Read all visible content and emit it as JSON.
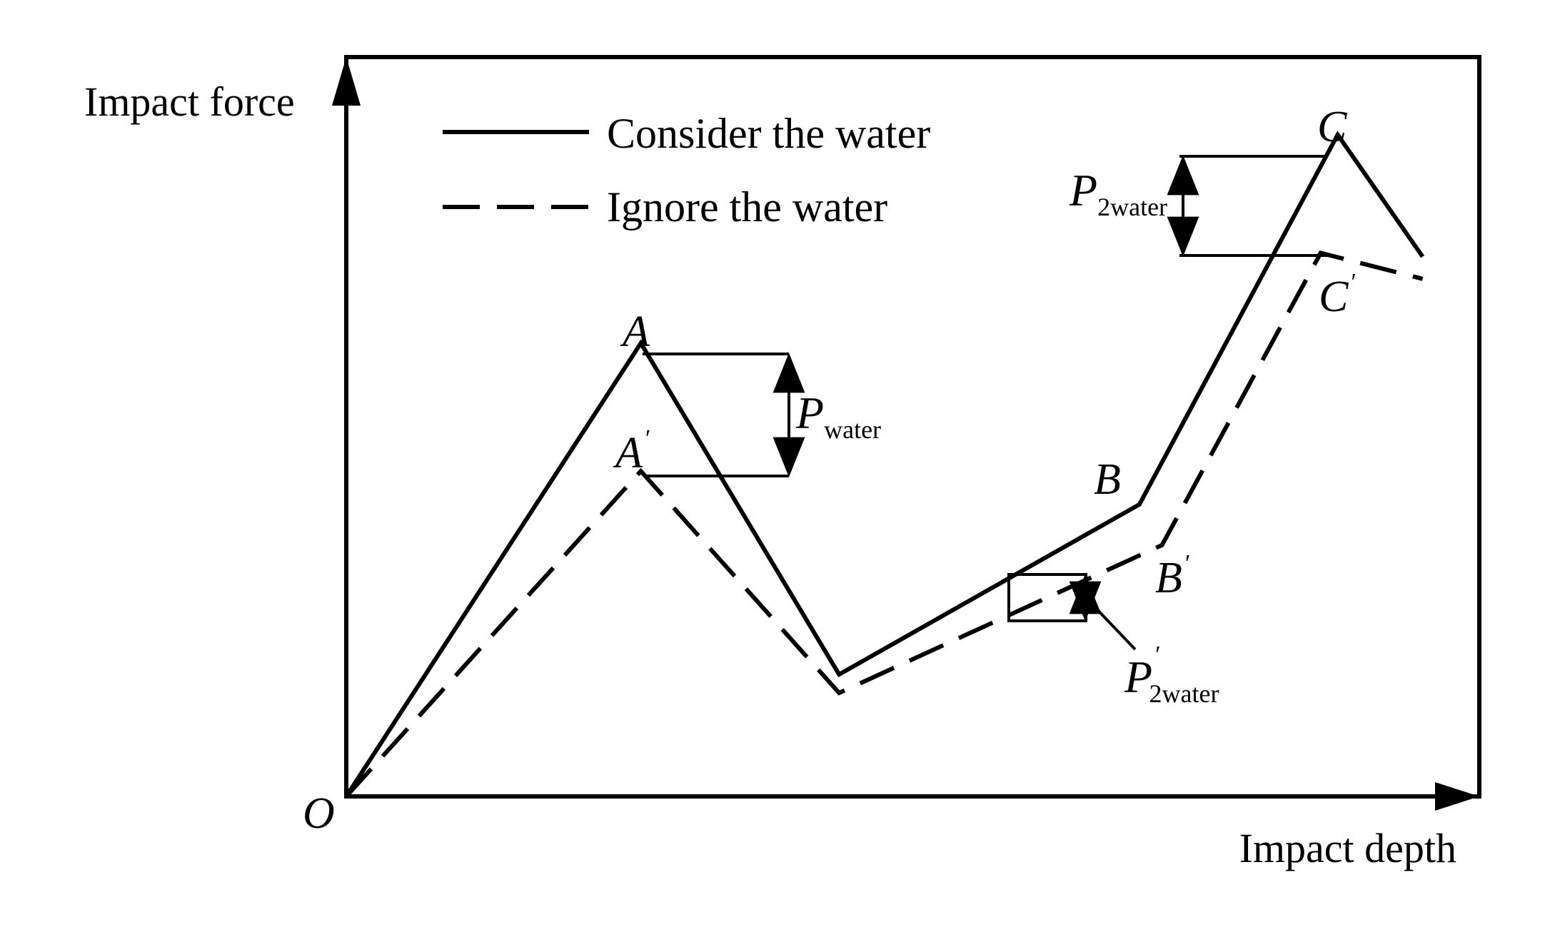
{
  "chart_data": {
    "type": "line",
    "xlabel": "Impact depth",
    "ylabel": "Impact force",
    "origin_label": "O",
    "legend": {
      "placement": "top-left",
      "entries": [
        {
          "label": "Consider the water",
          "style": "solid"
        },
        {
          "label": "Ignore the water",
          "style": "dashed"
        }
      ]
    },
    "series": [
      {
        "name": "Consider the water",
        "style": "solid",
        "points": [
          [
            0,
            0
          ],
          [
            2.6,
            6.13
          ],
          [
            4.35,
            1.65
          ],
          [
            7.0,
            3.95
          ],
          [
            8.75,
            8.95
          ],
          [
            9.5,
            7.3
          ]
        ]
      },
      {
        "name": "Ignore the water",
        "style": "dashed",
        "points": [
          [
            0,
            0
          ],
          [
            2.6,
            4.4
          ],
          [
            4.35,
            1.4
          ],
          [
            7.2,
            3.4
          ],
          [
            8.6,
            7.35
          ],
          [
            9.5,
            7.0
          ]
        ]
      }
    ],
    "point_labels": [
      {
        "text": "A",
        "prime": ""
      },
      {
        "text": "A",
        "prime": "′"
      },
      {
        "text": "B",
        "prime": ""
      },
      {
        "text": "B",
        "prime": "′"
      },
      {
        "text": "C",
        "prime": ""
      },
      {
        "text": "C",
        "prime": "′"
      }
    ],
    "annotations": [
      {
        "symbol": "P",
        "prime": "",
        "subscript": "water"
      },
      {
        "symbol": "P",
        "prime": "′",
        "subscript": "2water"
      },
      {
        "symbol": "P",
        "prime": "",
        "subscript": "2water"
      }
    ],
    "xlim": [
      0,
      10
    ],
    "ylim": [
      0,
      10
    ],
    "grid": false,
    "ticks": false
  }
}
